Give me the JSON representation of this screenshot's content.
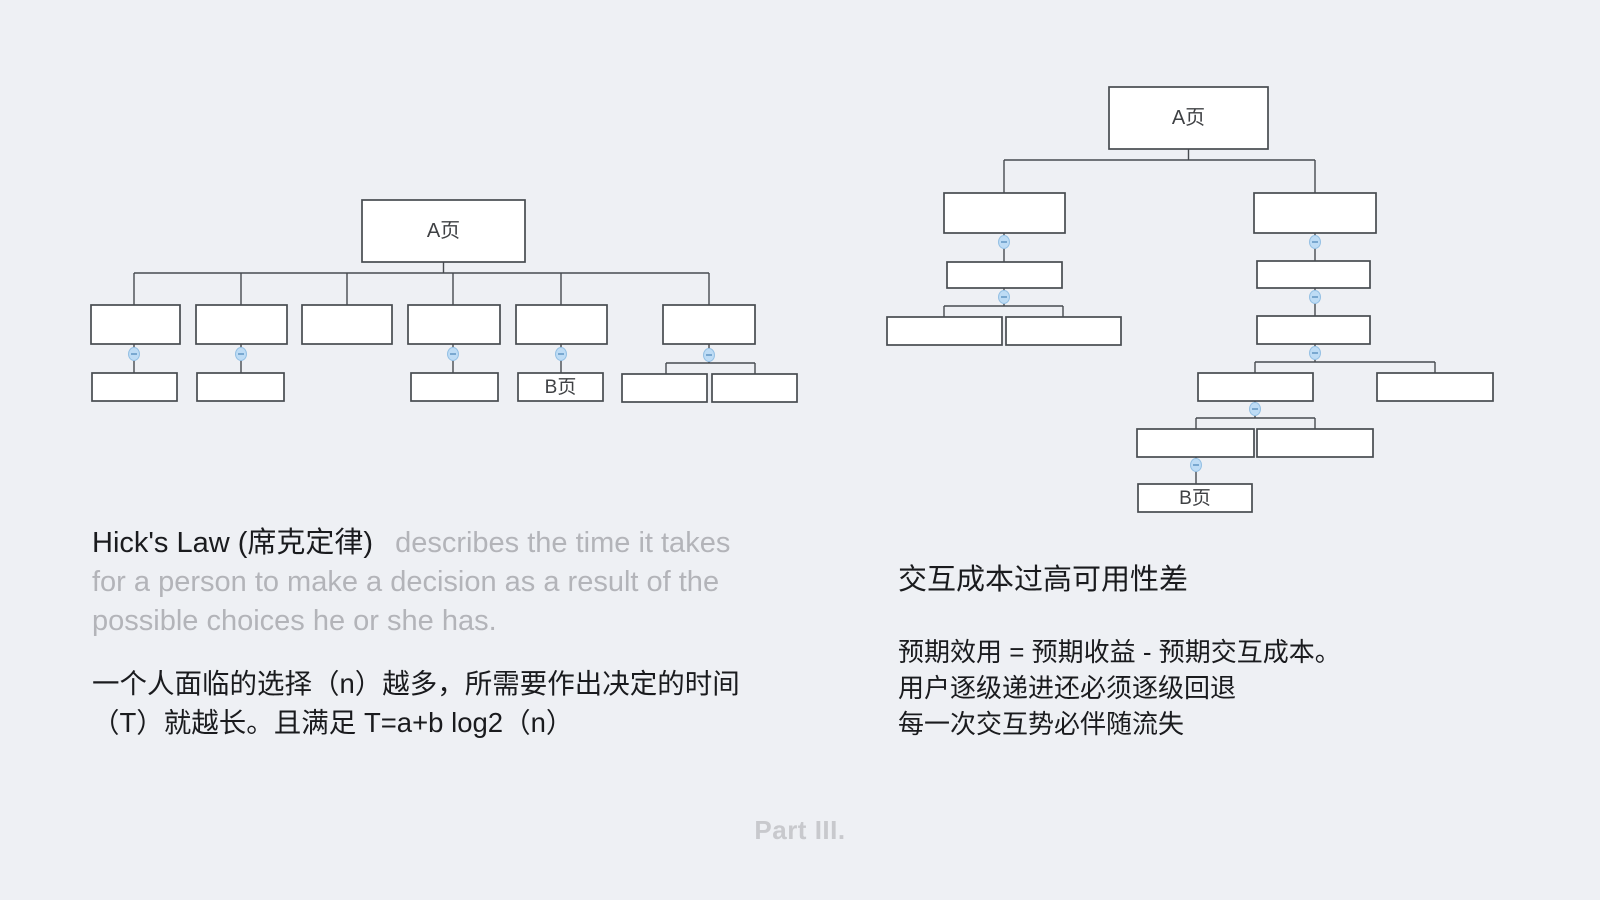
{
  "slide": {
    "footer_label": "Part III."
  },
  "colors": {
    "background": "#eef0f4",
    "node_fill": "#ffffff",
    "node_border": "#474b50",
    "connector": "#474b50",
    "collapse_fill": "#bedcf5",
    "collapse_border": "#94c0e4",
    "collapse_glyph": "#6d9fc9",
    "text_dark": "#1a1b1e",
    "text_gray": "#b3b4b9",
    "footer_gray": "#c8c9cd"
  },
  "left_tree": {
    "root_label": "A页",
    "target_label": "B页",
    "level2_node_count": 6,
    "depth_to_target": 3
  },
  "right_tree": {
    "root_label": "A页",
    "target_label": "B页",
    "depth_to_target": 7
  },
  "left_text": {
    "highlight": "Hick's Law (席克定律)",
    "line1_rest": "describes the time it takes",
    "line2": "for a person to make a decision as a result of the",
    "line3": "possible choices he or she has.",
    "para2_line1": "一个人面临的选择（n）越多，所需要作出决定的时间",
    "para2_line2": "（T）就越长。且满足 T=a+b log2（n）"
  },
  "right_text": {
    "heading": "交互成本过高可用性差",
    "lines": [
      "预期效用 = 预期收益 - 预期交互成本。",
      "用户逐级递进还必须逐级回退",
      "每一次交互势必伴随流失"
    ]
  }
}
